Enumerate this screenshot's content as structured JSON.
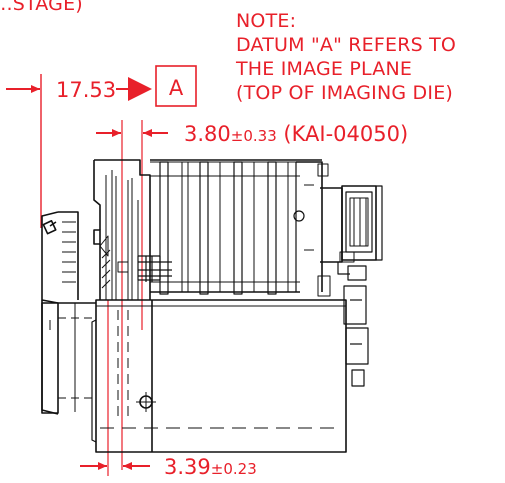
{
  "colors": {
    "annotation": "#e8202a",
    "outline": "#111111",
    "background": "#ffffff"
  },
  "top_cut_text": "...STAGE)",
  "note": {
    "lines": [
      "NOTE:",
      "DATUM \"A\" REFERS TO",
      "THE IMAGE PLANE",
      "(TOP OF IMAGING DIE)"
    ]
  },
  "datum_label": "A",
  "dimensions": {
    "datum_distance": {
      "value": "17.53"
    },
    "offset_top": {
      "value": "3.80",
      "tolerance": "±0.33",
      "note": "(KAI-04050)"
    },
    "offset_bottom": {
      "value": "3.39",
      "tolerance": "±0.23"
    }
  }
}
